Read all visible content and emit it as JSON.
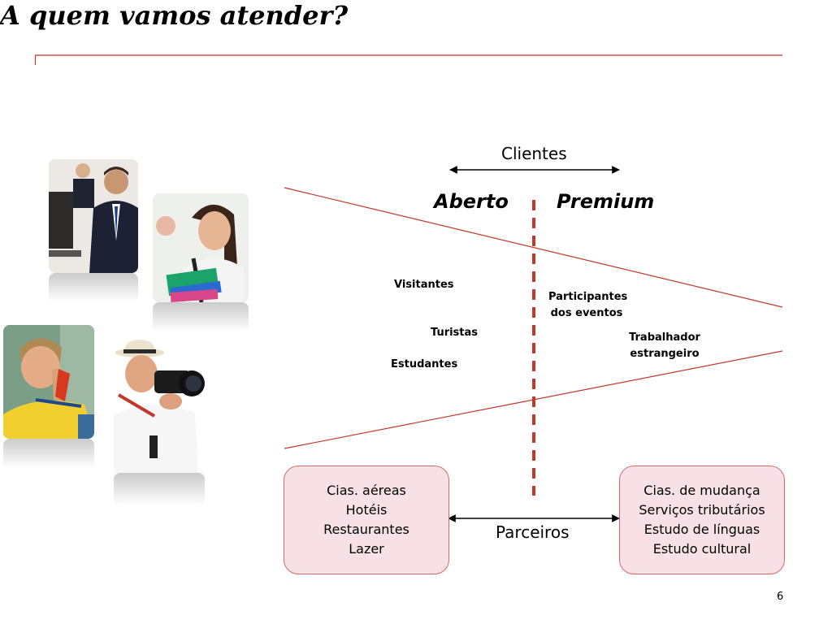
{
  "slide": {
    "title": "A quem vamos atender?",
    "page_number": "6",
    "accent_color": "#c0392b"
  },
  "diagram": {
    "clientes_label": "Clientes",
    "aberto_label": "Aberto",
    "premium_label": "Premium",
    "segments_aberto": [
      "Visitantes",
      "Turistas",
      "Estudantes"
    ],
    "segments_premium": [
      "Participantes dos eventos",
      "Trabalhador estrangeiro"
    ],
    "parceiros_label": "Parceiros",
    "partners_left": [
      "Cias. aéreas",
      "Hotéis",
      "Restaurantes",
      "Lazer"
    ],
    "partners_right": [
      "Cias. de mudança",
      "Serviços tributários",
      "Estudo de línguas",
      "Estudo cultural"
    ]
  },
  "photos": [
    {
      "icon": "business-people-photo"
    },
    {
      "icon": "student-photo"
    },
    {
      "icon": "athlete-photo"
    },
    {
      "icon": "tourist-photographer-photo"
    }
  ]
}
